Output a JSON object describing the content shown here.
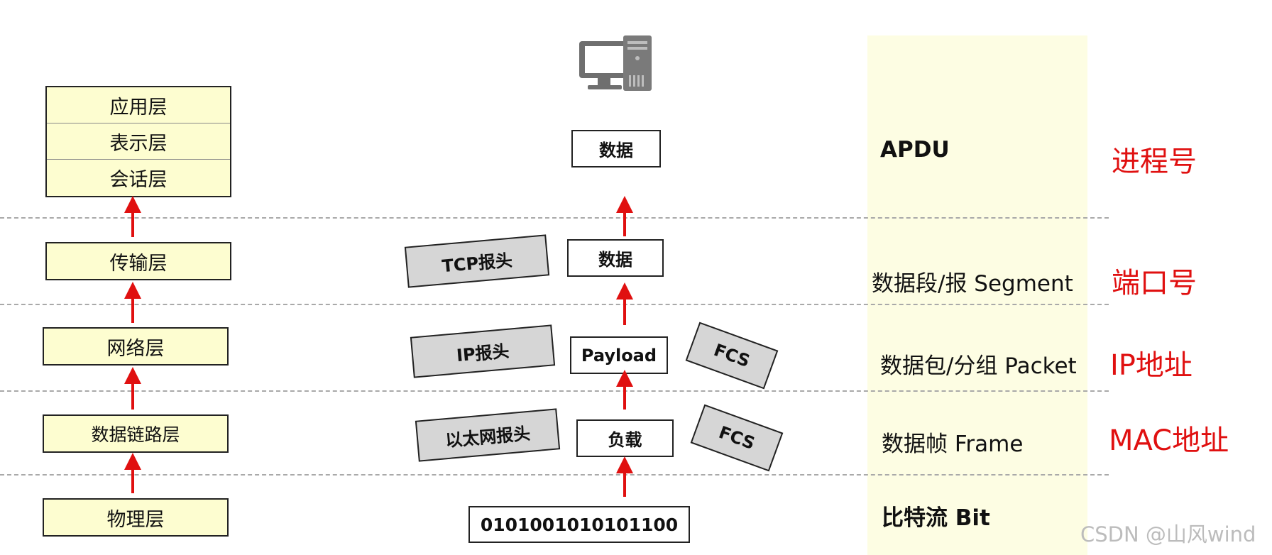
{
  "osi_layers": {
    "upper": [
      "应用层",
      "表示层",
      "会话层"
    ],
    "transport": "传输层",
    "network": "网络层",
    "datalink": "数据链路层",
    "physical": "物理层"
  },
  "encapsulation": {
    "app_data": "数据",
    "transport_header": "TCP报头",
    "transport_data": "数据",
    "network_header": "IP报头",
    "network_payload": "Payload",
    "network_trailer": "FCS",
    "datalink_header": "以太网报头",
    "datalink_payload": "负载",
    "datalink_trailer": "FCS",
    "bits": "0101001010101100"
  },
  "pdu_units": [
    "APDU",
    "数据段/报 Segment",
    "数据包/分组 Packet",
    "数据帧 Frame",
    "比特流 Bit"
  ],
  "addresses": [
    "进程号",
    "端口号",
    "IP地址",
    "MAC地址"
  ],
  "watermark": "CSDN @山风wind",
  "icons": [
    "computer-icon"
  ],
  "colors": {
    "arrow": "#e01010",
    "layer_fill": "#fdfdd0",
    "band": "#fdfde3",
    "header_fill": "#d6d6d6"
  }
}
